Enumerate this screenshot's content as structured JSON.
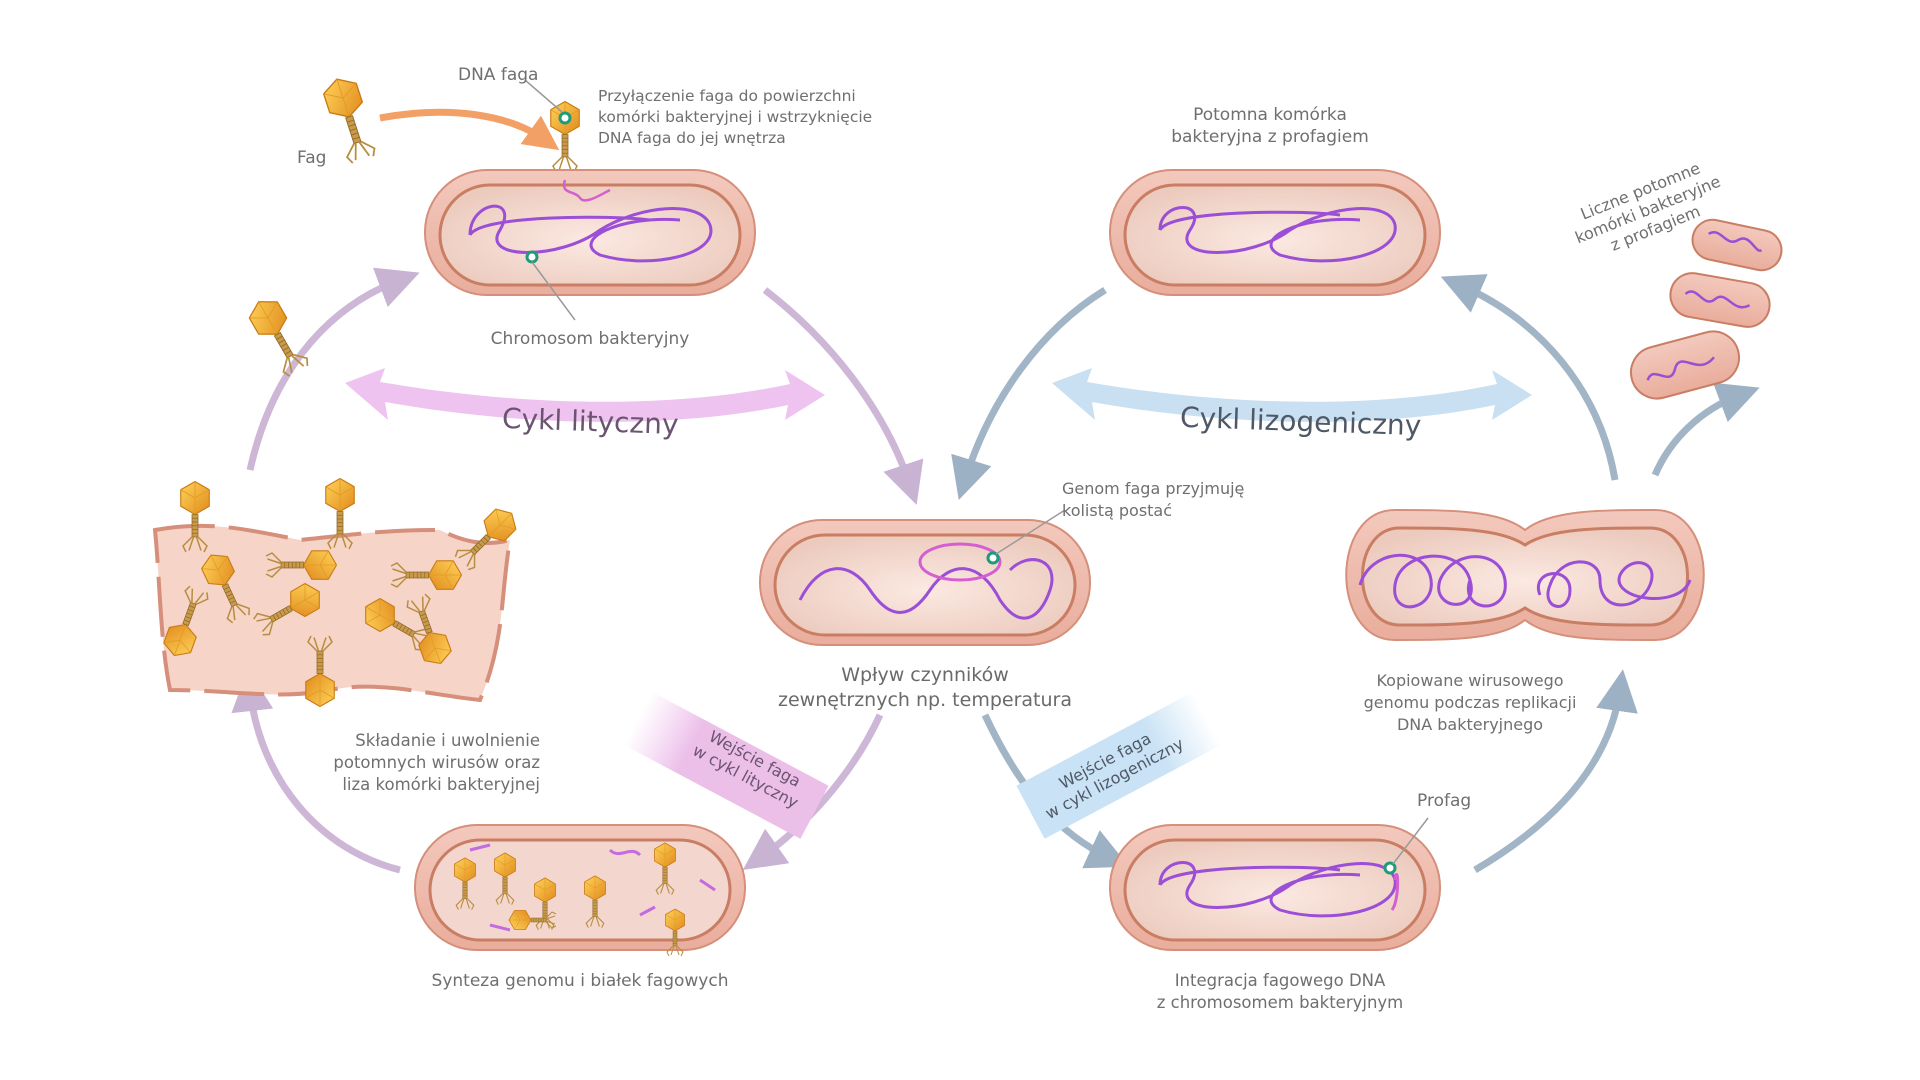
{
  "diagram": {
    "title_lytic": "Cykl lityczny",
    "title_lysogenic": "Cykl lizogeniczny",
    "colors": {
      "lytic_accent": "#eec3ef",
      "lytic_arrow": "#c9b3d3",
      "lytic_text": "#6b5470",
      "lysogenic_accent": "#c8e0f2",
      "lysogenic_arrow": "#9db1c4",
      "lysogenic_text": "#4f5866",
      "cell_wall": "#e8a99a",
      "cell_fill": "#f6d8cf",
      "chromosome": "#9b4ed6",
      "phage_dna": "#d55fd0",
      "phage_head": "#f2b431",
      "marker": "#1f9a7a",
      "infect_arrow": "#f2a066"
    },
    "labels": {
      "fag": "Fag",
      "dna_faga": "DNA faga",
      "attachment": "Przyłączenie faga do powierzchni\nkomórki bakteryjnej i wstrzyknięcie\nDNA faga do jej wnętrza",
      "chromosome": "Chromosom bakteryjny",
      "daughter_cell": "Potomna komórka\nbakteryjna z profagiem",
      "many_daughters": "Liczne potomne\nkomórki bakteryjne\nz profagiem",
      "circular_genome": "Genom faga przyjmuję\nkolistą postać",
      "external_factors": "Wpływ czynników\nzewnętrznych np. temperatura",
      "assembly_release": "Składanie i uwolnienie\npotomnych wirusów oraz\nliza komórki bakteryjnej",
      "copying_genome": "Kopiowane wirusowego\ngenomu podczas replikacji\nDNA bakteryjnego",
      "entry_lytic": "Wejście faga\nw cykl lityczny",
      "entry_lysogenic": "Wejście faga\nw cykl lizogeniczny",
      "synthesis": "Synteza genomu i białek fagowych",
      "prophage": "Profag",
      "integration": "Integracja fagowego DNA\nz chromosomem bakteryjnym"
    }
  }
}
